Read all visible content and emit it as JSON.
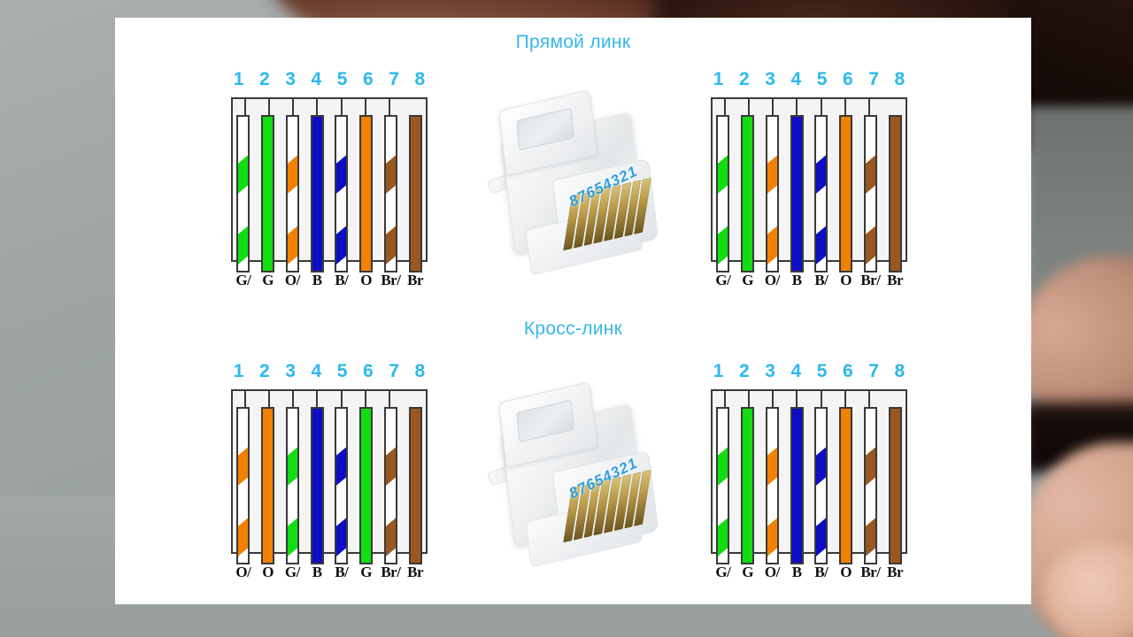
{
  "slide": {
    "sections": [
      {
        "id": "straight",
        "title": "Прямой линк"
      },
      {
        "id": "cross",
        "title": "Кросс-линк"
      }
    ]
  },
  "pin_numbers": [
    "1",
    "2",
    "3",
    "4",
    "5",
    "6",
    "7",
    "8"
  ],
  "plug": {
    "pin_order_label": "87654321",
    "pin_count": 8
  },
  "colors": {
    "green": "#11dd11",
    "orange": "#f28100",
    "blue": "#0d0dc4",
    "brown": "#9a5720",
    "white": "#ffffff",
    "accent": "#2cb8ef",
    "outline": "#3a3a3a",
    "shell": "#f4f4f4",
    "panel": "#ffffff",
    "backdrop": "#9aa0a0"
  },
  "pinouts": [
    {
      "id": "straight-left",
      "section": "straight",
      "side": "left",
      "standard": "T568B",
      "pins": [
        {
          "pin": 1,
          "label": "G/",
          "base": "white",
          "stripe": "green",
          "type": "striped"
        },
        {
          "pin": 2,
          "label": "G",
          "base": "green",
          "stripe": null,
          "type": "solid"
        },
        {
          "pin": 3,
          "label": "O/",
          "base": "white",
          "stripe": "orange",
          "type": "striped"
        },
        {
          "pin": 4,
          "label": "B",
          "base": "blue",
          "stripe": null,
          "type": "solid"
        },
        {
          "pin": 5,
          "label": "B/",
          "base": "white",
          "stripe": "blue",
          "type": "striped"
        },
        {
          "pin": 6,
          "label": "O",
          "base": "orange",
          "stripe": null,
          "type": "solid"
        },
        {
          "pin": 7,
          "label": "Br/",
          "base": "white",
          "stripe": "brown",
          "type": "striped"
        },
        {
          "pin": 8,
          "label": "Br",
          "base": "brown",
          "stripe": null,
          "type": "solid"
        }
      ]
    },
    {
      "id": "straight-right",
      "section": "straight",
      "side": "right",
      "standard": "T568B",
      "pins": [
        {
          "pin": 1,
          "label": "G/",
          "base": "white",
          "stripe": "green",
          "type": "striped"
        },
        {
          "pin": 2,
          "label": "G",
          "base": "green",
          "stripe": null,
          "type": "solid"
        },
        {
          "pin": 3,
          "label": "O/",
          "base": "white",
          "stripe": "orange",
          "type": "striped"
        },
        {
          "pin": 4,
          "label": "B",
          "base": "blue",
          "stripe": null,
          "type": "solid"
        },
        {
          "pin": 5,
          "label": "B/",
          "base": "white",
          "stripe": "blue",
          "type": "striped"
        },
        {
          "pin": 6,
          "label": "O",
          "base": "orange",
          "stripe": null,
          "type": "solid"
        },
        {
          "pin": 7,
          "label": "Br/",
          "base": "white",
          "stripe": "brown",
          "type": "striped"
        },
        {
          "pin": 8,
          "label": "Br",
          "base": "brown",
          "stripe": null,
          "type": "solid"
        }
      ]
    },
    {
      "id": "cross-left",
      "section": "cross",
      "side": "left",
      "standard": "T568A",
      "pins": [
        {
          "pin": 1,
          "label": "O/",
          "base": "white",
          "stripe": "orange",
          "type": "striped"
        },
        {
          "pin": 2,
          "label": "O",
          "base": "orange",
          "stripe": null,
          "type": "solid"
        },
        {
          "pin": 3,
          "label": "G/",
          "base": "white",
          "stripe": "green",
          "type": "striped"
        },
        {
          "pin": 4,
          "label": "B",
          "base": "blue",
          "stripe": null,
          "type": "solid"
        },
        {
          "pin": 5,
          "label": "B/",
          "base": "white",
          "stripe": "blue",
          "type": "striped"
        },
        {
          "pin": 6,
          "label": "G",
          "base": "green",
          "stripe": null,
          "type": "solid"
        },
        {
          "pin": 7,
          "label": "Br/",
          "base": "white",
          "stripe": "brown",
          "type": "striped"
        },
        {
          "pin": 8,
          "label": "Br",
          "base": "brown",
          "stripe": null,
          "type": "solid"
        }
      ]
    },
    {
      "id": "cross-right",
      "section": "cross",
      "side": "right",
      "standard": "T568B",
      "pins": [
        {
          "pin": 1,
          "label": "G/",
          "base": "white",
          "stripe": "green",
          "type": "striped"
        },
        {
          "pin": 2,
          "label": "G",
          "base": "green",
          "stripe": null,
          "type": "solid"
        },
        {
          "pin": 3,
          "label": "O/",
          "base": "white",
          "stripe": "orange",
          "type": "striped"
        },
        {
          "pin": 4,
          "label": "B",
          "base": "blue",
          "stripe": null,
          "type": "solid"
        },
        {
          "pin": 5,
          "label": "B/",
          "base": "white",
          "stripe": "blue",
          "type": "striped"
        },
        {
          "pin": 6,
          "label": "O",
          "base": "orange",
          "stripe": null,
          "type": "solid"
        },
        {
          "pin": 7,
          "label": "Br/",
          "base": "white",
          "stripe": "brown",
          "type": "striped"
        },
        {
          "pin": 8,
          "label": "Br",
          "base": "brown",
          "stripe": null,
          "type": "solid"
        }
      ]
    }
  ]
}
